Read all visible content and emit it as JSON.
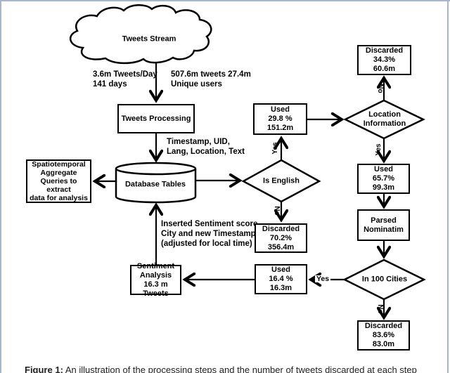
{
  "figure": {
    "cloud_label": "Tweets Stream",
    "labels": {
      "rate": [
        "3.6m Tweets/Day",
        "141 days"
      ],
      "volume": [
        "507.6m tweets 27.4m",
        "Unique users"
      ],
      "fields": [
        "Timestamp, UID,",
        "Lang, Location, Text"
      ],
      "inserted": [
        "Inserted Sentiment score,",
        "City and new Timestamp",
        "(adjusted for local time)"
      ]
    },
    "nodes": {
      "tweets_processing": [
        "Tweets Processing"
      ],
      "database_tables": [
        "Database Tables"
      ],
      "spatiotemporal": [
        "Spatiotemporal",
        "Aggregate",
        "Queries to extract",
        "data for analysis"
      ],
      "is_english": [
        "Is English"
      ],
      "used_english": [
        "Used",
        "29.8 %",
        "151.2m"
      ],
      "discarded_english": [
        "Discarded",
        "70.2%",
        "356.4m"
      ],
      "location_information": [
        "Location",
        "Information"
      ],
      "discarded_location": [
        "Discarded",
        "34.3%",
        "60.6m"
      ],
      "used_location": [
        "Used",
        "65.7%",
        "99.3m"
      ],
      "parsed_nominatim": [
        "Parsed",
        "Nominatim"
      ],
      "in_100_cities": [
        "In 100 Cities"
      ],
      "discarded_cities": [
        "Discarded",
        "83.6%",
        "83.0m"
      ],
      "used_cities": [
        "Used",
        "16.4 %",
        "16.3m"
      ],
      "sentiment_analysis": [
        "Sentiment",
        "Analysis",
        "16.3 m Tweets"
      ]
    },
    "branch_labels": {
      "yes_english": "Yes",
      "no_english": "No",
      "no_location": "No",
      "yes_location": "Yes",
      "yes_cities": "Yes",
      "no_cities": "No"
    },
    "caption": {
      "prefix": "Figure 1:",
      "text": "An illustration of the processing steps and the number of tweets discarded at each step"
    },
    "colors": {
      "frame_border": "#a6b6cd",
      "ink": "#000000",
      "background": "#ffffff"
    }
  }
}
